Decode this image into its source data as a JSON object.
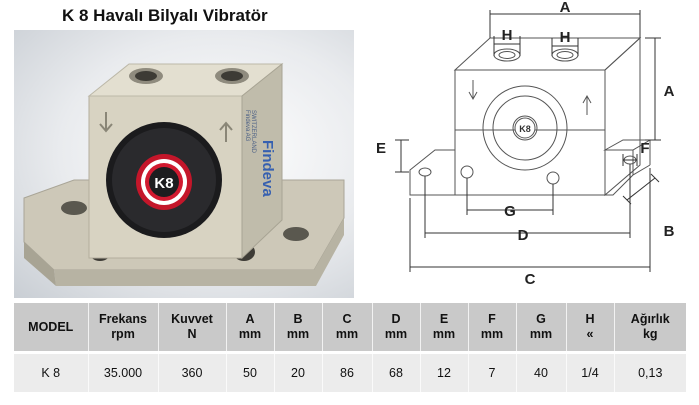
{
  "title": "K 8 Havalı Bilyalı Vibratör",
  "photo": {
    "brand_text": "Findeva",
    "side_text_1": "SWITZERLAND",
    "side_text_2": "Findeva AG",
    "badge_text": "K8"
  },
  "drawing": {
    "badge_text": "K8",
    "labels": {
      "a_top": "A",
      "a_right": "A",
      "h_left": "H",
      "h_right": "H",
      "e": "E",
      "f": "F",
      "g": "G",
      "d": "D",
      "c": "C",
      "b": "B"
    }
  },
  "table": {
    "headers": [
      {
        "line1": "MODEL",
        "line2": ""
      },
      {
        "line1": "Frekans",
        "line2": "rpm"
      },
      {
        "line1": "Kuvvet",
        "line2": "N"
      },
      {
        "line1": "A",
        "line2": "mm"
      },
      {
        "line1": "B",
        "line2": "mm"
      },
      {
        "line1": "C",
        "line2": "mm"
      },
      {
        "line1": "D",
        "line2": "mm"
      },
      {
        "line1": "E",
        "line2": "mm"
      },
      {
        "line1": "F",
        "line2": "mm"
      },
      {
        "line1": "G",
        "line2": "mm"
      },
      {
        "line1": "H",
        "line2": "«"
      },
      {
        "line1": "Ağırlık",
        "line2": "kg"
      }
    ],
    "rows": [
      [
        "K 8",
        "35.000",
        "360",
        "50",
        "20",
        "86",
        "68",
        "12",
        "7",
        "40",
        "1/4",
        "0,13"
      ]
    ]
  }
}
